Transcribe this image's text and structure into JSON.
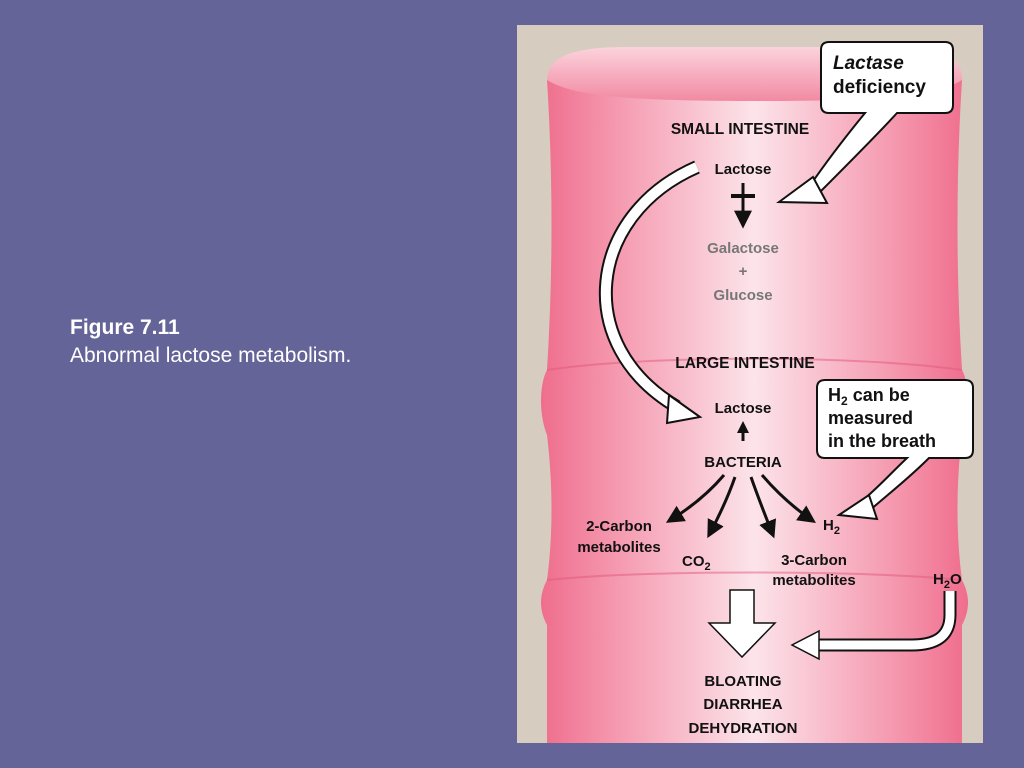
{
  "caption": {
    "title": "Figure 7.11",
    "description": "Abnormal lactose metabolism."
  },
  "diagram": {
    "callout_lactase": {
      "line1": "Lactase",
      "line2": "deficiency"
    },
    "small_intestine": {
      "heading": "SMALL INTESTINE",
      "lactose": "Lactose",
      "product1": "Galactose",
      "plus": "+",
      "product2": "Glucose"
    },
    "large_intestine": {
      "heading": "LARGE INTESTINE",
      "lactose": "Lactose",
      "bacteria": "BACTERIA"
    },
    "callout_h2": {
      "line1_prefix": "H",
      "line1_sub": "2",
      "line1_suffix": " can be",
      "line2": "measured",
      "line3": "in the breath"
    },
    "metabolites": {
      "two_carbon_line1": "2-Carbon",
      "two_carbon_line2": "metabolites",
      "co2_prefix": "CO",
      "co2_sub": "2",
      "three_carbon_line1": "3-Carbon",
      "three_carbon_line2": "metabolites",
      "h2_prefix": "H",
      "h2_sub": "2",
      "water_prefix": "H",
      "water_sub": "2",
      "water_suffix": "O"
    },
    "outcomes": [
      "BLOATING",
      "DIARRHEA",
      "DEHYDRATION"
    ],
    "colors": {
      "slide_background": "#656498",
      "panel_background": "#d6cdc0",
      "intestine_pink": "#f07a96",
      "intestine_light": "#fbe3e8",
      "product_text": "#777777",
      "text": "#111111"
    }
  }
}
